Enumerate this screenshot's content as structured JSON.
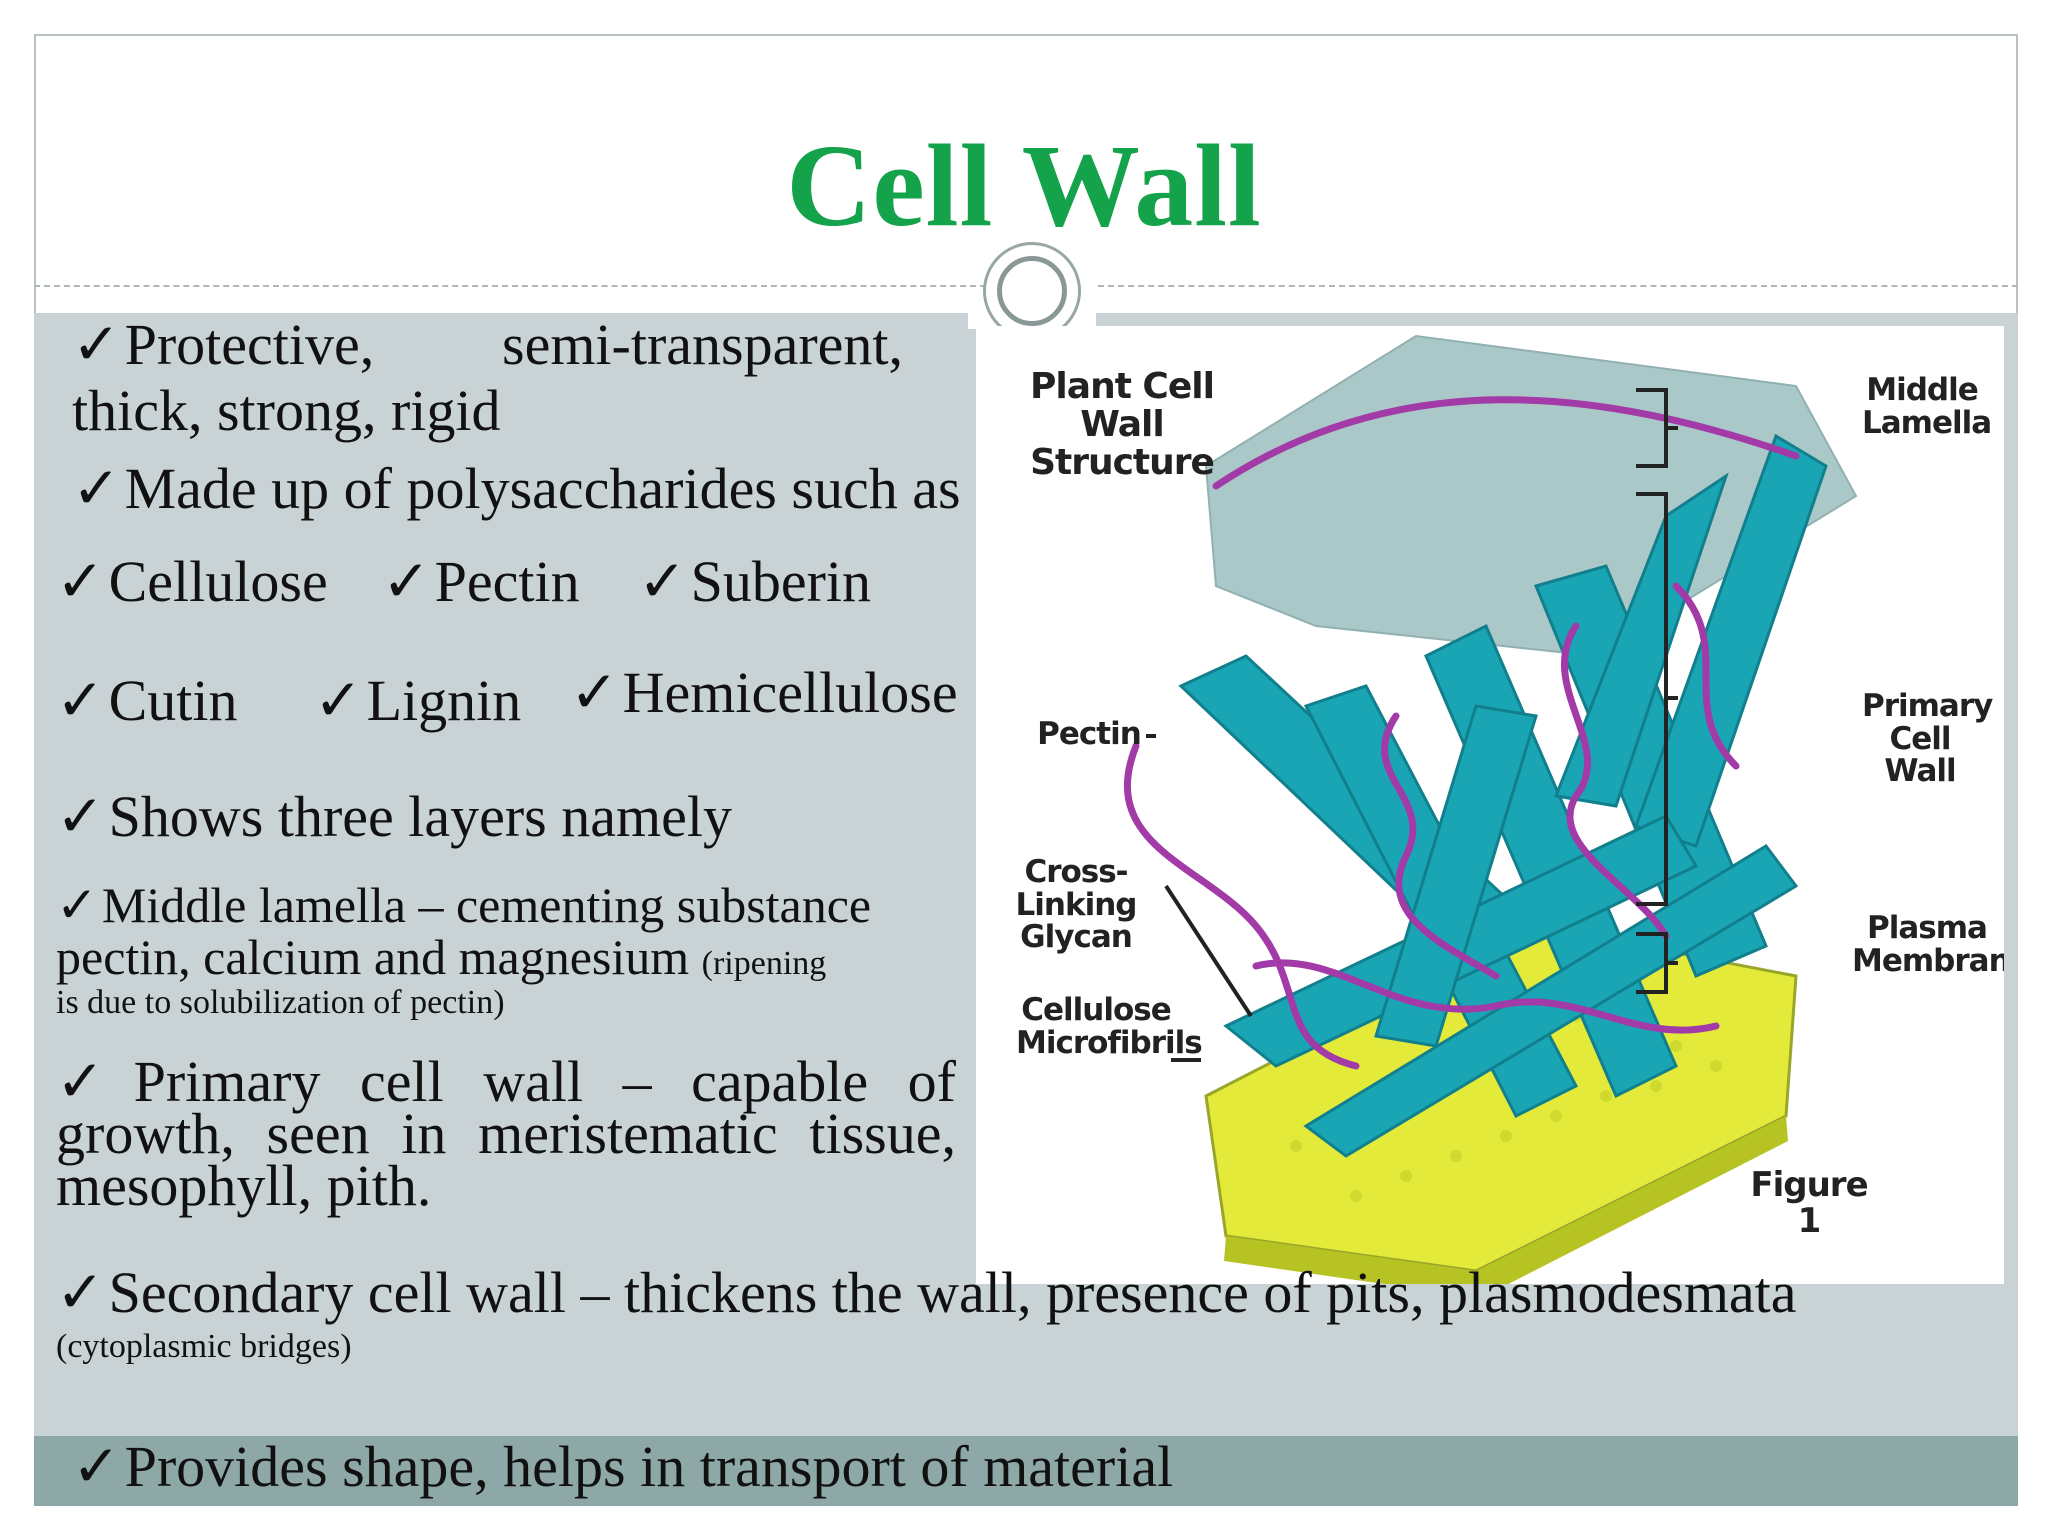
{
  "slide": {
    "title": "Cell Wall",
    "check": "✓",
    "points": {
      "p1_line1_a": "Protective,",
      "p1_line1_b": "semi-transparent,",
      "p1_line2": "thick, strong, rigid",
      "p2": "Made up of polysaccharides such as",
      "components_row1": [
        "Cellulose",
        "Pectin",
        "Suberin"
      ],
      "components_row2": [
        "Cutin",
        "Lignin",
        "Hemicellulose"
      ],
      "p3": "Shows three layers namely",
      "middle_lamella_a": "Middle lamella – cementing substance",
      "middle_lamella_b": "pectin, calcium and magnesium",
      "middle_lamella_note_a": "(ripening",
      "middle_lamella_note_b": "is due to solubilization of pectin)",
      "primary_wall": "Primary cell wall – capable of growth, seen in meristematic tissue, mesophyll, pith.",
      "secondary_wall": "Secondary cell wall – thickens the wall, presence of pits, plasmodesmata",
      "secondary_wall_note": "(cytoplasmic bridges)",
      "footer": "Provides shape, helps in transport of material"
    }
  },
  "figure": {
    "heading": "Plant Cell Wall Structure",
    "labels": {
      "middle_lamella": "Middle Lamella",
      "primary_cell_wall": "Primary Cell Wall",
      "plasma_membrane": "Plasma Membrane",
      "pectin": "Pectin",
      "cross_linking_glycan": "Cross-Linking Glycan",
      "cellulose_microfibrils": "Cellulose Microfibrils",
      "caption": "Figure 1"
    },
    "colors": {
      "microfibril": "#1aa5b5",
      "pectin": "#a23aa8",
      "membrane": "#d9e62a",
      "lamella": "#8fb6b8"
    }
  }
}
